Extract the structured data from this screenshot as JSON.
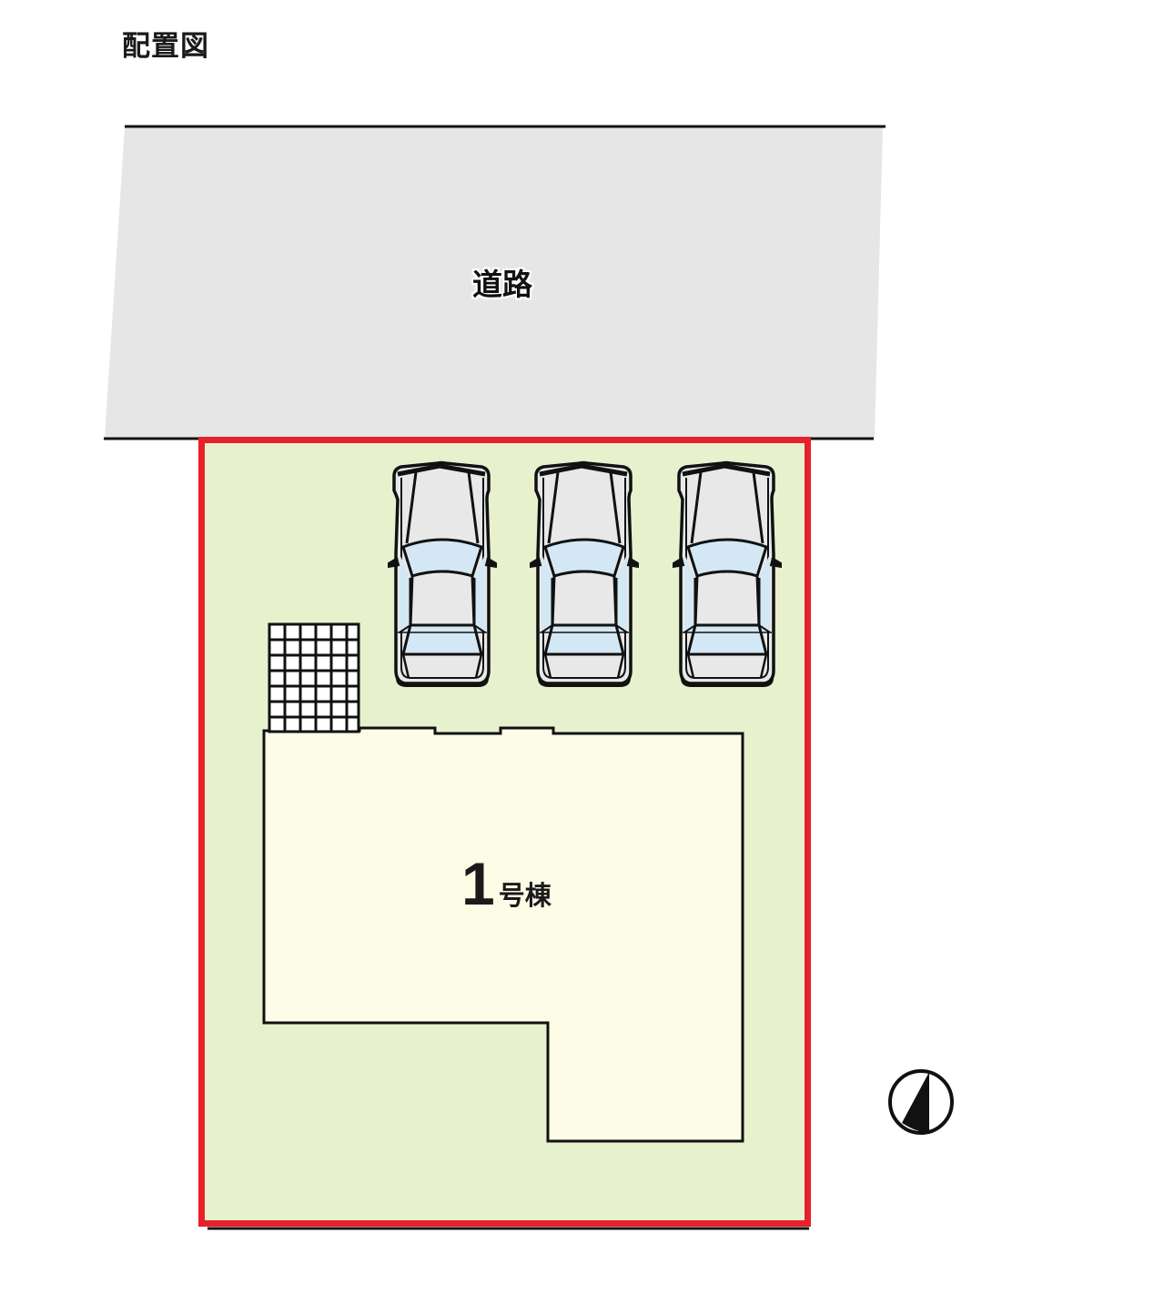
{
  "title": "配置図",
  "road": {
    "label": "道路",
    "fill": "#e7e6e7"
  },
  "lot": {
    "border_color": "#e8202a",
    "fill": "#e8f1cd"
  },
  "building": {
    "number": "1",
    "suffix": "号棟",
    "fill": "#fdfce6"
  },
  "parking": {
    "car_count": 3,
    "car_body_fill": "#e8e8e8",
    "car_glass_fill": "#d3e8f4"
  },
  "north_arrow": {
    "icon": "north-arrow-icon"
  },
  "colors": {
    "outline": "#111111",
    "background": "#ffffff"
  }
}
